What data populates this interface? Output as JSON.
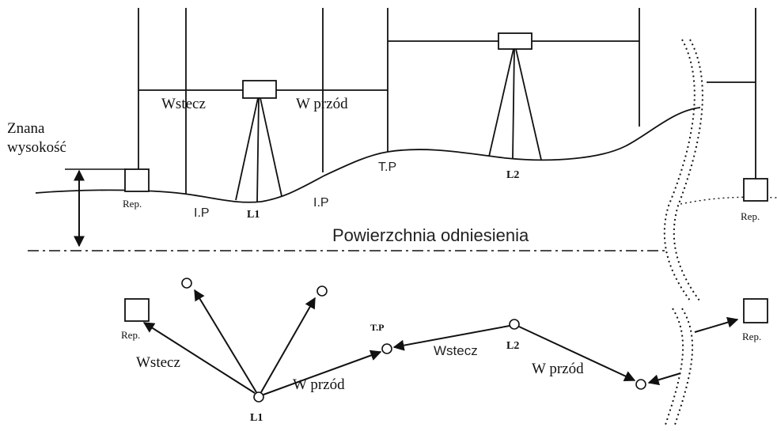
{
  "profile": {
    "known_height": [
      "Znana",
      "wysokość"
    ],
    "backsight": "Wstecz",
    "foresight": "W przód",
    "benchmark": "Rep.",
    "benchmark_right": "Rep.",
    "intermediate_point_1": "I.P",
    "intermediate_point_2": "I.P",
    "turning_point": "T.P",
    "level_1": "L1",
    "level_2": "L2",
    "datum": "Powierzchnia odniesienia"
  },
  "plan": {
    "benchmark": "Rep.",
    "benchmark_right": "Rep.",
    "backsight_1": "Wstecz",
    "foresight_1": "W przód",
    "turning_point": "T.P",
    "backsight_2": "Wstecz",
    "level_2": "L2",
    "foresight_2": "W przód",
    "level_1": "L1"
  }
}
